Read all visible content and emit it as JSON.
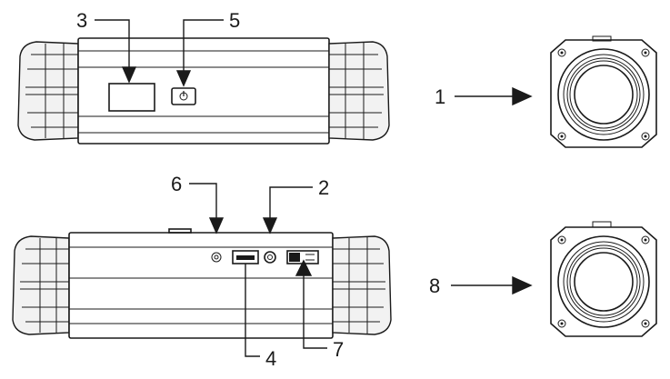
{
  "diagram": {
    "callouts": [
      {
        "id": "c1",
        "number": "1"
      },
      {
        "id": "c2",
        "number": "2"
      },
      {
        "id": "c3",
        "number": "3"
      },
      {
        "id": "c4",
        "number": "4"
      },
      {
        "id": "c5",
        "number": "5"
      },
      {
        "id": "c6",
        "number": "6"
      },
      {
        "id": "c7",
        "number": "7"
      },
      {
        "id": "c8",
        "number": "8"
      }
    ],
    "icons": {
      "power_button": "power-icon",
      "lens": "lens-icon",
      "usb_port": "usb-port-icon",
      "mic": "microphone-hole-icon",
      "av_jack": "audio-jack-icon",
      "switch": "mode-switch-icon",
      "screw": "screw-icon"
    },
    "colors": {
      "line": "#1a1a1a",
      "fill_light": "#f2f2f2",
      "background": "#ffffff"
    }
  }
}
